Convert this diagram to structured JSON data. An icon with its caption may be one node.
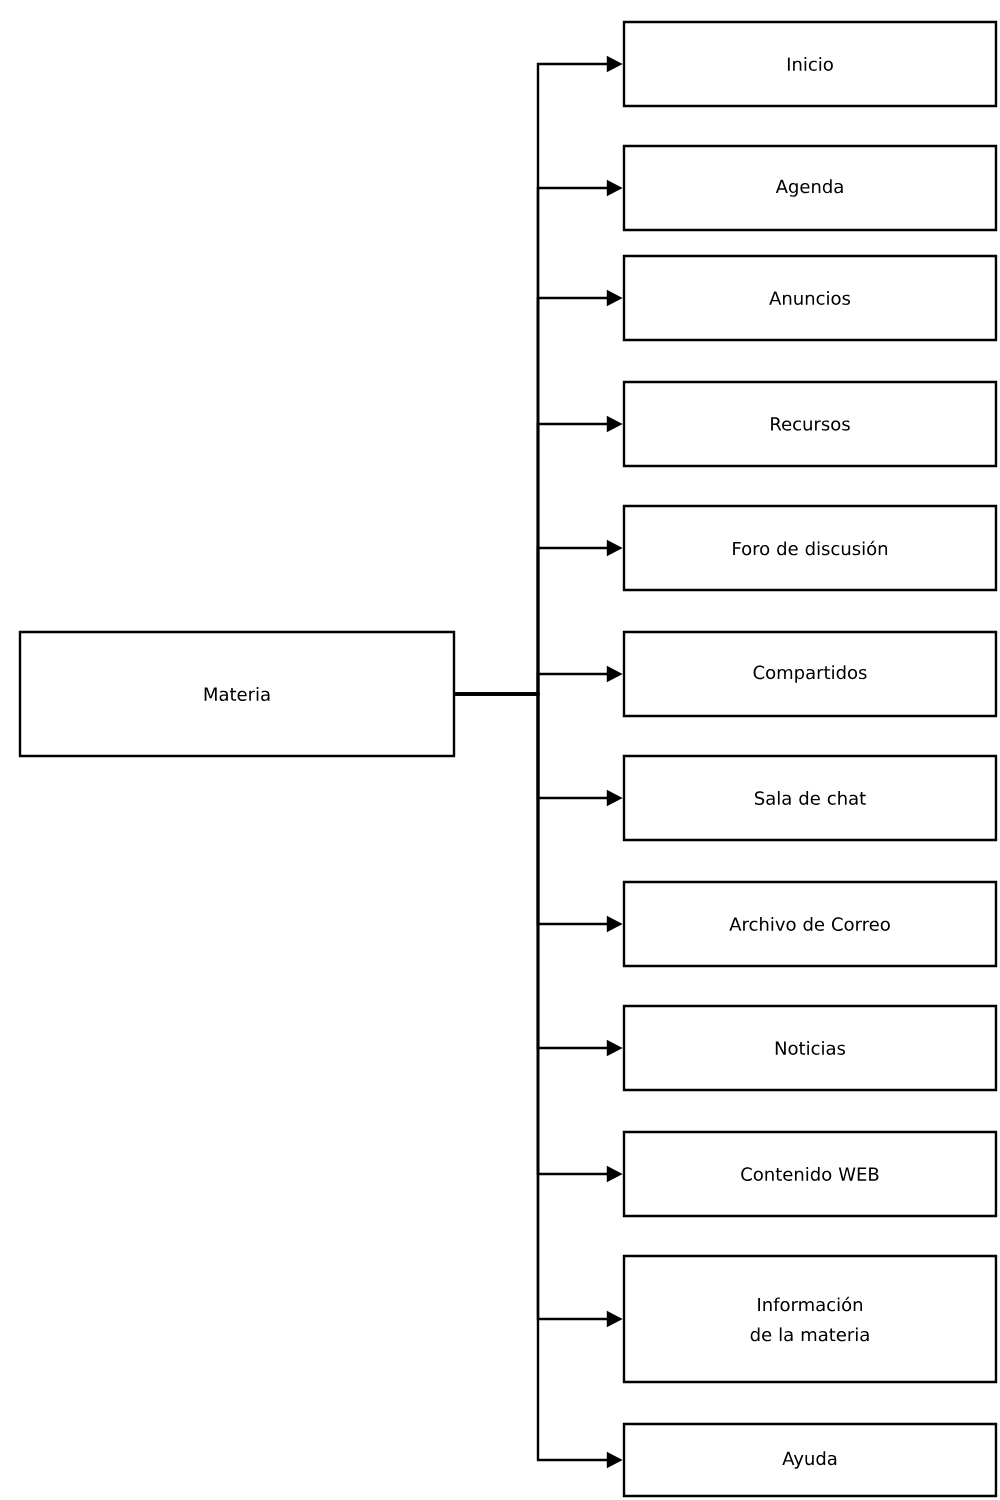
{
  "diagram": {
    "nodes": [
      {
        "text": [
          "Materia"
        ]
      },
      {
        "text": [
          "Inicio"
        ]
      },
      {
        "text": [
          "Agenda"
        ]
      },
      {
        "text": [
          "Anuncios"
        ]
      },
      {
        "text": [
          "Recursos"
        ]
      },
      {
        "text": [
          "Foro de discusión"
        ]
      },
      {
        "text": [
          "Compartidos"
        ]
      },
      {
        "text": [
          "Sala de chat"
        ]
      },
      {
        "text": [
          "Archivo de Correo"
        ]
      },
      {
        "text": [
          "Noticias"
        ]
      },
      {
        "text": [
          "Contenido WEB"
        ]
      },
      {
        "text": [
          "Información de la materia"
        ]
      },
      {
        "text": [
          "Ayuda"
        ]
      }
    ],
    "edges": [
      {
        "from": 0,
        "to": 1,
        "arrow": "to"
      },
      {
        "from": 0,
        "to": 2,
        "arrow": "to"
      },
      {
        "from": 0,
        "to": 3,
        "arrow": "to"
      },
      {
        "from": 0,
        "to": 4,
        "arrow": "to"
      },
      {
        "from": 0,
        "to": 5,
        "arrow": "to"
      },
      {
        "from": 0,
        "to": 6,
        "arrow": "to"
      },
      {
        "from": 0,
        "to": 7,
        "arrow": "to"
      },
      {
        "from": 0,
        "to": 8,
        "arrow": "to"
      },
      {
        "from": 0,
        "to": 9,
        "arrow": "to"
      },
      {
        "from": 0,
        "to": 10,
        "arrow": "to"
      },
      {
        "from": 0,
        "to": 11,
        "arrow": "to"
      },
      {
        "from": 0,
        "to": 12,
        "arrow": "to"
      }
    ]
  }
}
